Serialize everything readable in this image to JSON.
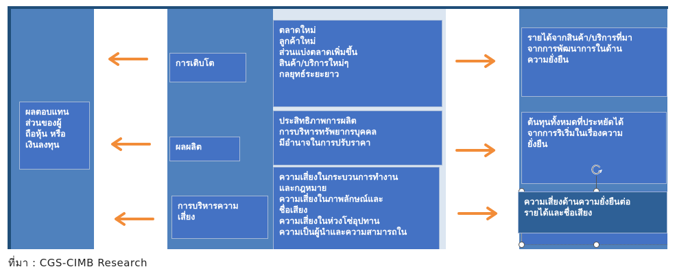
{
  "diagram": {
    "left_outcome": {
      "label": "ผลตอบแทน\nส่วนของผู้\nถือหุ้น หรือ\nเงินลงทุน"
    },
    "drivers": [
      {
        "label": "การเติบโต"
      },
      {
        "label": "ผลผลิต"
      },
      {
        "label": "การบริหารความ\nเสี่ยง"
      }
    ],
    "details": [
      {
        "label": "ตลาดใหม่\nลูกค้าใหม่\nส่วนแบ่งตลาดเพิ่มขึ้น\nสินค้า/บริการใหม่ๆ\nกลยุทธ์ระยะยาว"
      },
      {
        "label": "ประสิทธิภาพการผลิต\nการบริหารทรัพยากรบุคคล\nมีอำนาจในการปรับราคา"
      },
      {
        "label": "ความเสี่ยงในกระบวนการทำงาน\nและกฎหมาย\nความเสี่ยงในภาพลักษณ์และ\nชื่อเสียง\nความเสี่ยงในห่วงโซ่อุปทาน\nความเป็นผู้นำและความสามารถใน"
      }
    ],
    "sustainability_factors": [
      {
        "label": "รายได้จากสินค้า/บริการที่มา\nจากการพัฒนาการในด้าน\nความยั่งยืน"
      },
      {
        "label": "ต้นทุนทั้งหมดที่ประหยัดได้\nจากการริเริ่มในเรื่องความ\nยั่งยืน"
      },
      {
        "label": "ความเสี่ยงด้านความยั่งยืนต่อ\nรายได้และชื่อเสียง"
      }
    ],
    "arrows": {
      "left_direction": "left",
      "right_direction": "right",
      "color": "#f28c38"
    },
    "colors": {
      "column_bg": "#4f81bd",
      "box_bg": "#4472c4",
      "box_dark_bg": "#2e6096",
      "detail_column_bg": "#dce6f1",
      "frame_border": "#1f4e79"
    }
  },
  "footer": {
    "source": "ที่มา : CGS-CIMB Research"
  }
}
